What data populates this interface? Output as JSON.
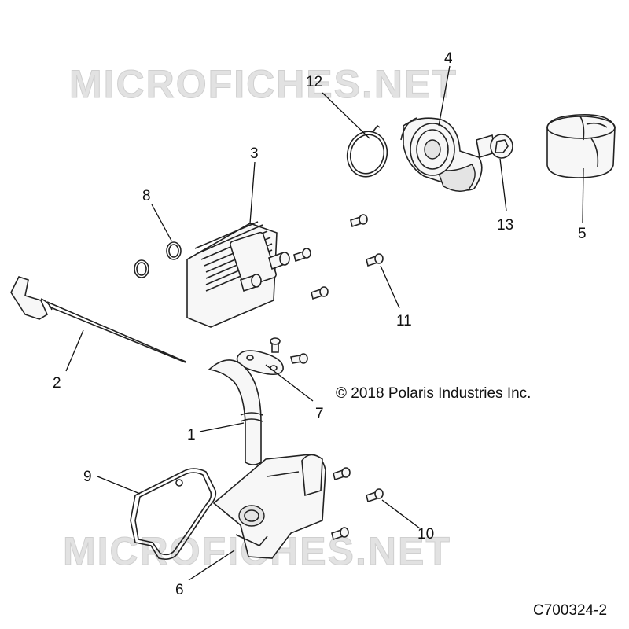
{
  "watermarks": [
    "MICROFICHES.NET",
    "MICROFICHES.NET"
  ],
  "copyright": "© 2018 Polaris Industries Inc.",
  "figure_id": "C700324-2",
  "callouts": [
    "1",
    "2",
    "3",
    "4",
    "5",
    "6",
    "7",
    "8",
    "9",
    "10",
    "11",
    "12",
    "13"
  ]
}
